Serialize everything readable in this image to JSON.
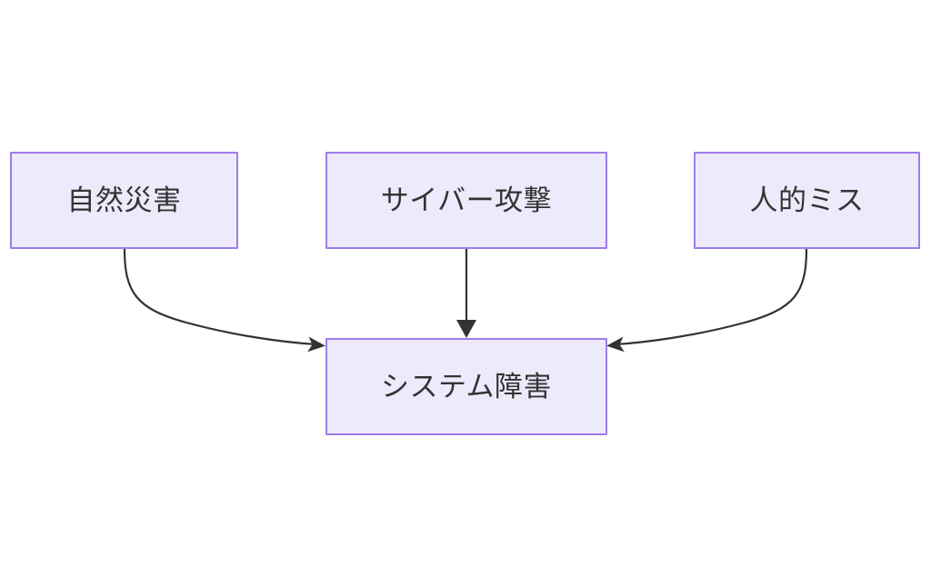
{
  "diagram": {
    "title": "",
    "background_color": "#ffffff",
    "node_fill_color": "#ECEAFB",
    "node_border_color": "#9E7BEA",
    "node_text_color": "#333333",
    "edge_color": "#333333",
    "nodes": [
      {
        "id": "natural-disaster",
        "label": "自然災害"
      },
      {
        "id": "cyber-attack",
        "label": "サイバー攻撃"
      },
      {
        "id": "human-error",
        "label": "人的ミス"
      },
      {
        "id": "system-failure",
        "label": "システム障害"
      }
    ],
    "edges": [
      {
        "id": "edge-natural-disaster-to-system-failure",
        "from": "natural-disaster",
        "to": "system-failure",
        "label": "",
        "style": "curved-arrow"
      },
      {
        "id": "edge-cyber-attack-to-system-failure",
        "from": "cyber-attack",
        "to": "system-failure",
        "label": "",
        "style": "straight-arrow"
      },
      {
        "id": "edge-human-error-to-system-failure",
        "from": "human-error",
        "to": "system-failure",
        "label": "",
        "style": "curved-arrow"
      }
    ]
  }
}
